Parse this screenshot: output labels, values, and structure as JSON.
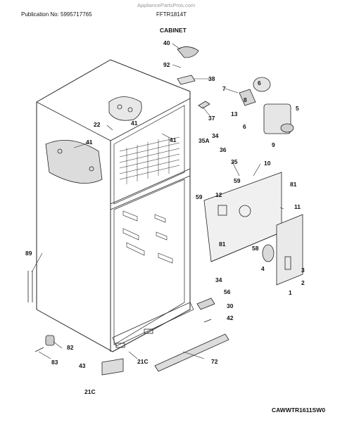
{
  "header": {
    "watermark": "AppliancePartsPros.com",
    "publication": "Publication No: 5995717765",
    "model": "FFTR1814T",
    "section": "CABINET",
    "diagram_code": "CAWWTR1611SW0"
  },
  "callouts": [
    {
      "id": "c40",
      "label": "40"
    },
    {
      "id": "c92",
      "label": "92"
    },
    {
      "id": "c38",
      "label": "38"
    },
    {
      "id": "c7",
      "label": "7"
    },
    {
      "id": "c6",
      "label": "6"
    },
    {
      "id": "c8",
      "label": "8"
    },
    {
      "id": "c13",
      "label": "13"
    },
    {
      "id": "c5",
      "label": "5"
    },
    {
      "id": "c6b",
      "label": "6"
    },
    {
      "id": "c9",
      "label": "9"
    },
    {
      "id": "c37",
      "label": "37"
    },
    {
      "id": "c41a",
      "label": "41"
    },
    {
      "id": "c22",
      "label": "22"
    },
    {
      "id": "c41b",
      "label": "41"
    },
    {
      "id": "c41c",
      "label": "41"
    },
    {
      "id": "c34a",
      "label": "34"
    },
    {
      "id": "c35a",
      "label": "35A"
    },
    {
      "id": "c36",
      "label": "36"
    },
    {
      "id": "c35",
      "label": "35"
    },
    {
      "id": "c10",
      "label": "10"
    },
    {
      "id": "c59a",
      "label": "59"
    },
    {
      "id": "c59b",
      "label": "59"
    },
    {
      "id": "c81a",
      "label": "81"
    },
    {
      "id": "c12",
      "label": "12"
    },
    {
      "id": "c11",
      "label": "11"
    },
    {
      "id": "c58",
      "label": "58"
    },
    {
      "id": "c81b",
      "label": "81"
    },
    {
      "id": "c3",
      "label": "3"
    },
    {
      "id": "c4",
      "label": "4"
    },
    {
      "id": "c2",
      "label": "2"
    },
    {
      "id": "c1",
      "label": "1"
    },
    {
      "id": "c89",
      "label": "89"
    },
    {
      "id": "c34b",
      "label": "34"
    },
    {
      "id": "c56",
      "label": "56"
    },
    {
      "id": "c30",
      "label": "30"
    },
    {
      "id": "c42",
      "label": "42"
    },
    {
      "id": "c82",
      "label": "82"
    },
    {
      "id": "c83",
      "label": "83"
    },
    {
      "id": "c72",
      "label": "72"
    },
    {
      "id": "c43",
      "label": "43"
    },
    {
      "id": "c21ca",
      "label": "21C"
    },
    {
      "id": "c21cb",
      "label": "21C"
    }
  ]
}
